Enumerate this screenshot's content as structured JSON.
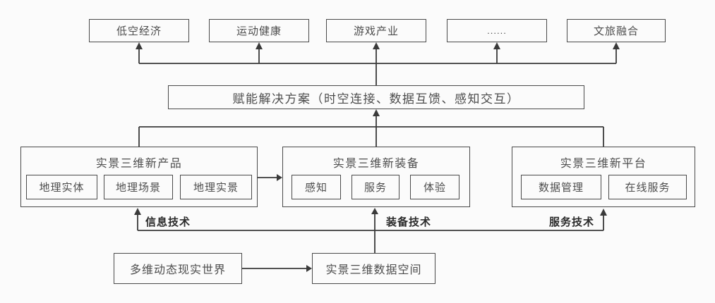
{
  "colors": {
    "bg": "#fbfbfb",
    "line": "#3a3a3a",
    "box_border": "#4a4a4a",
    "text": "#4d4d4d",
    "label_text": "#2b2b2b"
  },
  "top_row": {
    "items": [
      {
        "label": "低空经济"
      },
      {
        "label": "运动健康"
      },
      {
        "label": "游戏产业"
      },
      {
        "label": "......"
      },
      {
        "label": "文旅融合"
      }
    ]
  },
  "solution_bar": {
    "label": "赋能解决方案（时空连接、数据互馈、感知交互）"
  },
  "products": {
    "title": "实景三维新产品",
    "items": [
      {
        "label": "地理实体"
      },
      {
        "label": "地理场景"
      },
      {
        "label": "地理实景"
      }
    ]
  },
  "equipment": {
    "title": "实景三维新装备",
    "items": [
      {
        "label": "感知"
      },
      {
        "label": "服务"
      },
      {
        "label": "体验"
      }
    ]
  },
  "platform": {
    "title": "实景三维新平台",
    "items": [
      {
        "label": "数据管理"
      },
      {
        "label": "在线服务"
      }
    ]
  },
  "tech_labels": {
    "info": "信息技术",
    "equipment": "装备技术",
    "service": "服务技术"
  },
  "bottom_row": {
    "real_world": "多维动态现实世界",
    "data_space": "实景三维数据空间"
  }
}
